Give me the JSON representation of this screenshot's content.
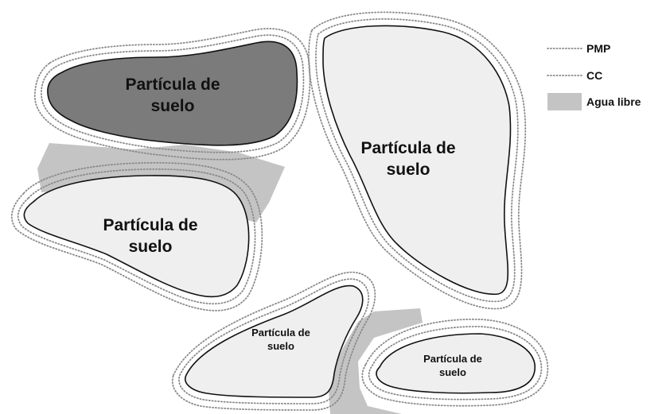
{
  "colors": {
    "particle_light": "#efefef",
    "particle_dark": "#7b7b7b",
    "free_water": "#c4c4c4",
    "outline": "#111111",
    "dotted_rings": "#8a8a8a"
  },
  "legend": {
    "pmp": "PMP",
    "cc": "CC",
    "free_water": "Agua libre"
  },
  "particles": [
    {
      "line1": "Partícula de",
      "line2": "suelo"
    },
    {
      "line1": "Partícula de",
      "line2": "suelo"
    },
    {
      "line1": "Partícula de",
      "line2": "suelo"
    },
    {
      "line1": "Partícula de",
      "line2": "suelo"
    },
    {
      "line1": "Partícula de",
      "line2": "suelo"
    }
  ]
}
